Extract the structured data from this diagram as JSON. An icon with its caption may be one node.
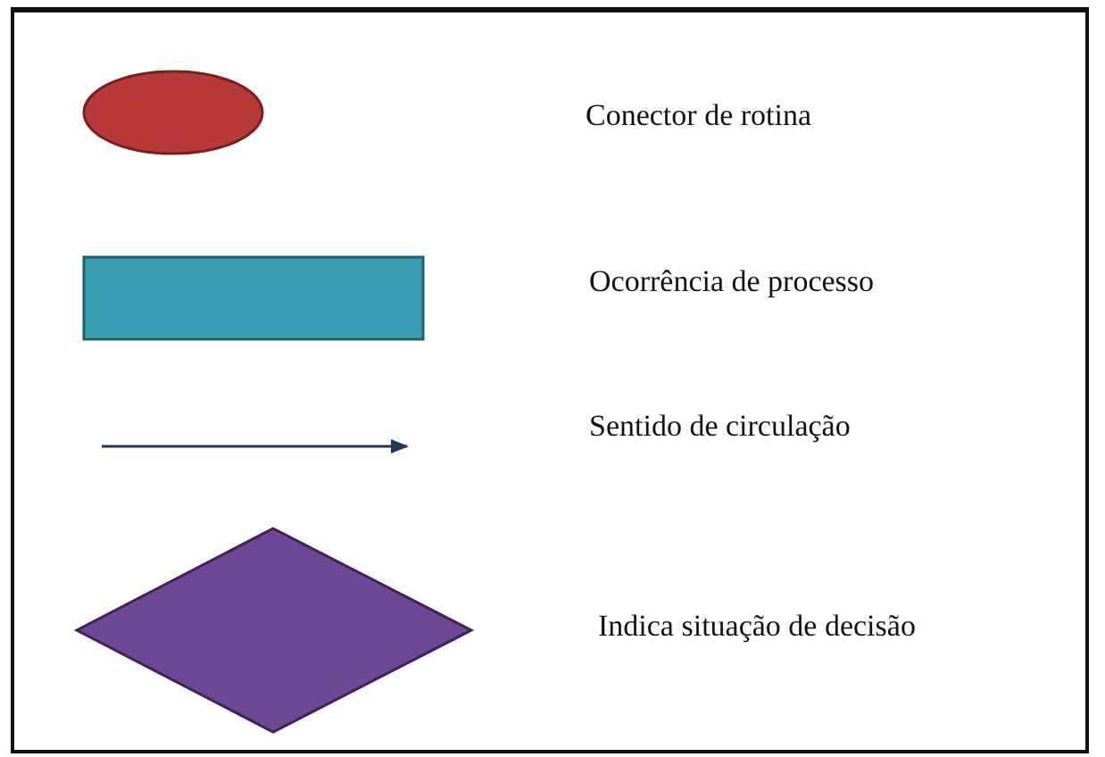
{
  "diagram": {
    "legend": [
      {
        "text": "Conector de rotina",
        "color": "#b83a38"
      },
      {
        "text": "Ocorrência de processo",
        "color": "#3a9fb5"
      },
      {
        "text": "Sentido de circulação"
      },
      {
        "text": "Indica situação de decisão",
        "color": "#6e4896"
      }
    ]
  }
}
